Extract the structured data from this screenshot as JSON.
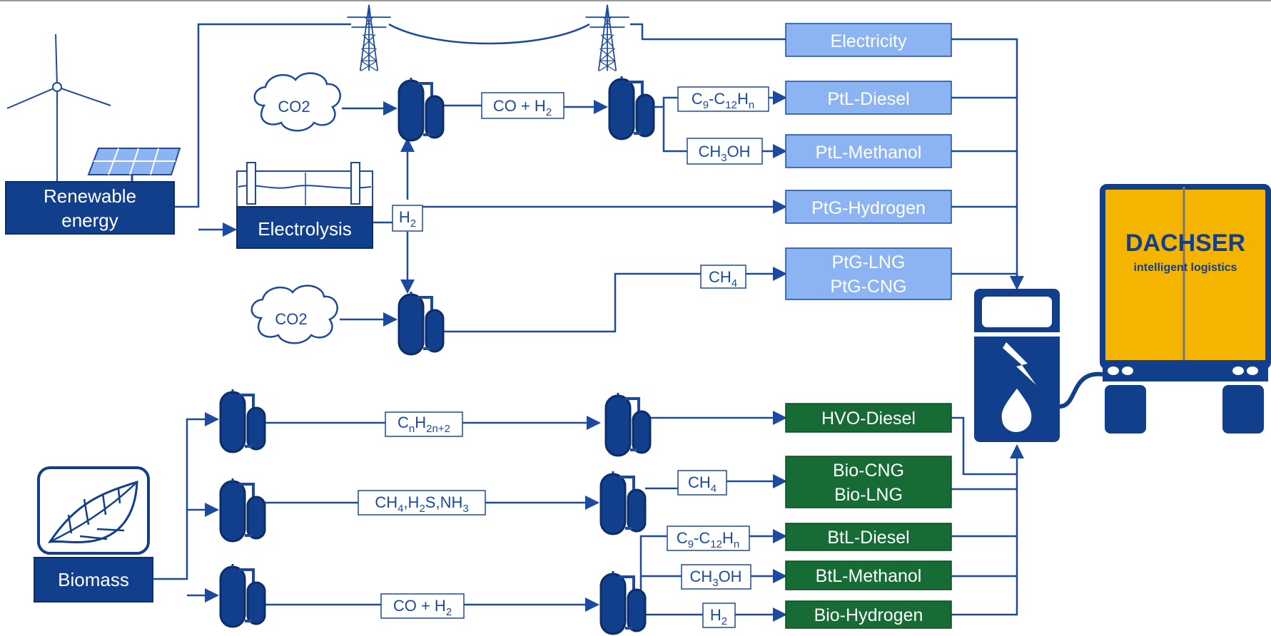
{
  "sources": {
    "renewable": "Renewable energy",
    "electrolysis": "Electrolysis",
    "biomass": "Biomass",
    "co2": "CO2"
  },
  "intermediates": {
    "co_h2": "CO + H2",
    "c9_c12": "C9-C12Hn",
    "ch3oh": "CH3OH",
    "h2": "H2",
    "ch4": "CH4",
    "cnh": "CnH2n+2",
    "biogas": "CH4,H2S,NH3"
  },
  "products_ptx": [
    "Electricity",
    "PtL-Diesel",
    "PtL-Methanol",
    "PtG-Hydrogen",
    "PtG-LNG PtG-CNG"
  ],
  "products_bio": [
    "HVO-Diesel",
    "Bio-CNG Bio-LNG",
    "BtL-Diesel",
    "BtL-Methanol",
    "Bio-Hydrogen"
  ],
  "truck": {
    "brand": "DACHSER",
    "tagline": "intelligent logistics"
  },
  "colors": {
    "dark_blue": "#113f8c",
    "light_blue": "#8db4f2",
    "green": "#176b35",
    "truck_yellow": "#f4b400",
    "line": "#1b4aa0"
  }
}
